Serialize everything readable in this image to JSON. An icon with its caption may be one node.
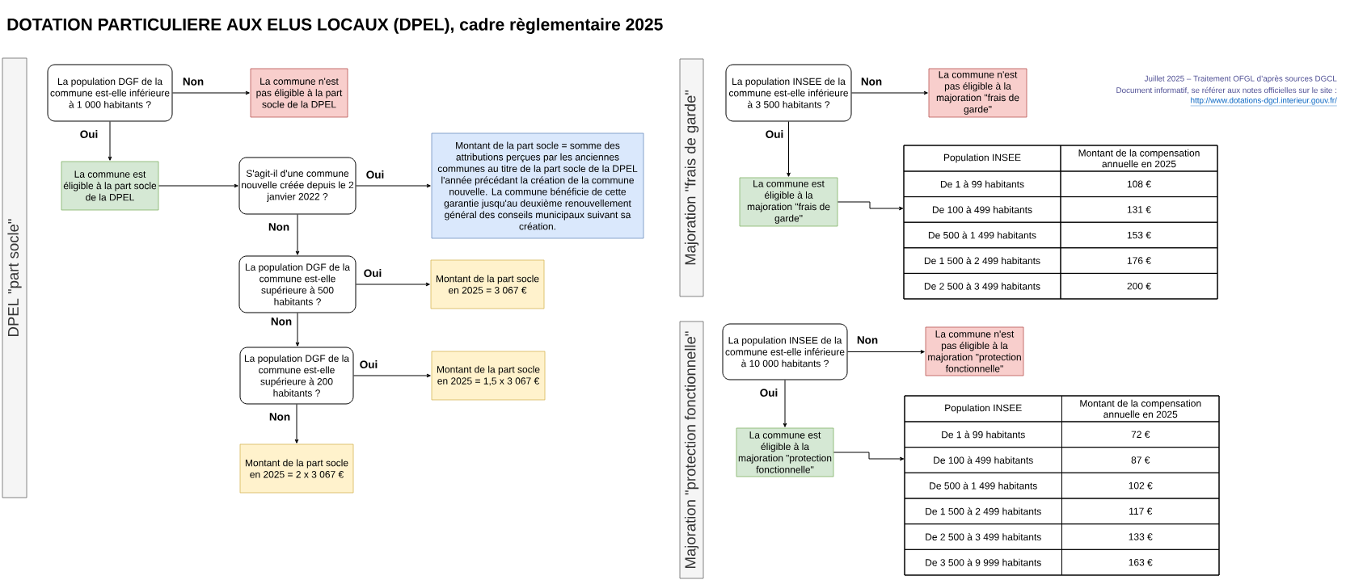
{
  "diagram": {
    "title": "DOTATION PARTICULIERE AUX ELUS LOCAUX (DPEL), cadre règlementaire 2025",
    "nodes": [
      {
        "text": [
          "DPEL \"part socle\""
        ]
      },
      {
        "text": [
          "La population DGF de la commune est-elle inférieure à 1 000 habitants ?"
        ]
      },
      {
        "text": [
          "La commune n'est pas éligible à la part socle de la DPEL"
        ]
      },
      {
        "text": [
          "La commune est éligible à la part socle de la DPEL"
        ]
      },
      {
        "text": [
          "S'agit-il d'une commune nouvelle créée depuis le 2 janvier 2022 ?"
        ]
      },
      {
        "text": [
          "Montant de la part socle = somme des attributions perçues par les anciennes communes au titre de la part socle de la DPEL l'année précédant la création de la commune nouvelle. La commune bénéficie de cette garantie jusqu'au deuxième renouvellement général des conseils municipaux suivant sa création."
        ]
      },
      {
        "text": [
          "La population DGF de la commune est-elle supérieure à 500 habitants ?"
        ]
      },
      {
        "text": [
          "Montant de la part socle en 2025 = 3 067 €"
        ]
      },
      {
        "text": [
          "La population DGF de la commune est-elle supérieure à 200 habitants ?"
        ]
      },
      {
        "text": [
          "Montant de la part socle en 2025 = 1,5 x 3 067 €"
        ]
      },
      {
        "text": [
          "Montant de la part socle en 2025 = 2 x 3 067 €"
        ]
      },
      {
        "text": [
          "Majoration \"frais de garde\""
        ]
      },
      {
        "text": [
          "La population INSEE de la commune est-elle inférieure à 3 500 habitants ?"
        ]
      },
      {
        "text": [
          "La commune n'est pas éligible à la majoration \"frais de garde\""
        ]
      },
      {
        "text": [
          "La commune est éligible à la majoration \"frais de garde\""
        ]
      },
      {
        "text": [
          "Population INSEE",
          "Montant de la compensation annuelle en 2025",
          "De 1 à 99 habitants",
          "108 €",
          "De 100 à 499 habitants",
          "131 €",
          "De 500 à 1 499 habitants",
          "153 €",
          "De 1 500 à 2 499 habitants",
          "176 €",
          "De 2 500 à 3 499 habitants",
          "200 €"
        ]
      },
      {
        "text": [
          "Majoration \"protection fonctionnelle\""
        ]
      },
      {
        "text": [
          "La population INSEE de la commune est-elle inférieure à 10 000 habitants ?"
        ]
      },
      {
        "text": [
          "La commune n'est pas éligible à la majoration \"protection fonctionnelle\""
        ]
      },
      {
        "text": [
          "La commune est éligible à la majoration \"protection fonctionnelle\""
        ]
      },
      {
        "text": [
          "Population INSEE",
          "Montant de la compensation annuelle en 2025",
          "De 1 à 99 habitants",
          "72 €",
          "De 100 à 499 habitants",
          "87 €",
          "De 500 à 1 499 habitants",
          "102 €",
          "De 1 500 à 2 499 habitants",
          "117 €",
          "De 2 500 à 3 499 habitants",
          "133 €",
          "De 3 500 à 9 999 habitants",
          "163 €"
        ]
      }
    ],
    "edges": [
      {
        "from": 1,
        "to": 2,
        "arrow": "to",
        "label": "Non"
      },
      {
        "from": 1,
        "to": 3,
        "arrow": "to",
        "label": "Oui"
      },
      {
        "from": 3,
        "to": 4,
        "arrow": "to"
      },
      {
        "from": 4,
        "to": 5,
        "arrow": "to",
        "label": "Oui"
      },
      {
        "from": 4,
        "to": 6,
        "arrow": "to",
        "label": "Non"
      },
      {
        "from": 6,
        "to": 7,
        "arrow": "to",
        "label": "Oui"
      },
      {
        "from": 6,
        "to": 8,
        "arrow": "to",
        "label": "Non"
      },
      {
        "from": 8,
        "to": 9,
        "arrow": "to",
        "label": "Oui"
      },
      {
        "from": 8,
        "to": 10,
        "arrow": "to",
        "label": "Non"
      },
      {
        "from": 12,
        "to": 13,
        "arrow": "to",
        "label": "Non"
      },
      {
        "from": 12,
        "to": 14,
        "arrow": "to",
        "label": "Oui"
      },
      {
        "from": 14,
        "to": 15,
        "arrow": "to"
      },
      {
        "from": 17,
        "to": 18,
        "arrow": "to",
        "label": "Non"
      },
      {
        "from": 17,
        "to": 19,
        "arrow": "to",
        "label": "Oui"
      },
      {
        "from": 19,
        "to": 20,
        "arrow": "to"
      }
    ],
    "labels": [
      "Juillet 2025 – Traitement OFGL d’après sources DGCL",
      "Document informatif, se référer aux notes officielles sur le site :",
      "http://www.dotations-dgcl.interieur.gouv.fr/"
    ]
  }
}
